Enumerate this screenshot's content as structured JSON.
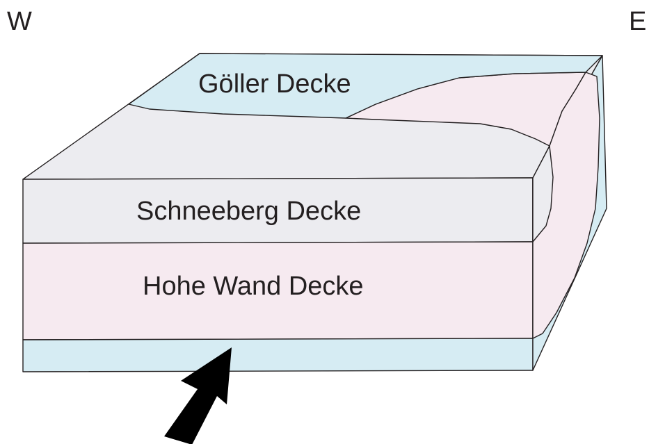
{
  "compass": {
    "west": "W",
    "east": "E"
  },
  "layers": {
    "top": "Göller Decke",
    "middle": "Schneeberg Decke",
    "bottom": "Hohe Wand Decke"
  },
  "colors": {
    "goeller_decke": "#d6ecf3",
    "schneeberg_decke": "#ececf0",
    "hohe_wand_decke": "#f6eaf0",
    "basal_layer": "#d6ecf3",
    "outline": "#231f20",
    "arrow": "#000000"
  },
  "icons": {
    "movement_arrow": "arrow-up-right-icon"
  }
}
